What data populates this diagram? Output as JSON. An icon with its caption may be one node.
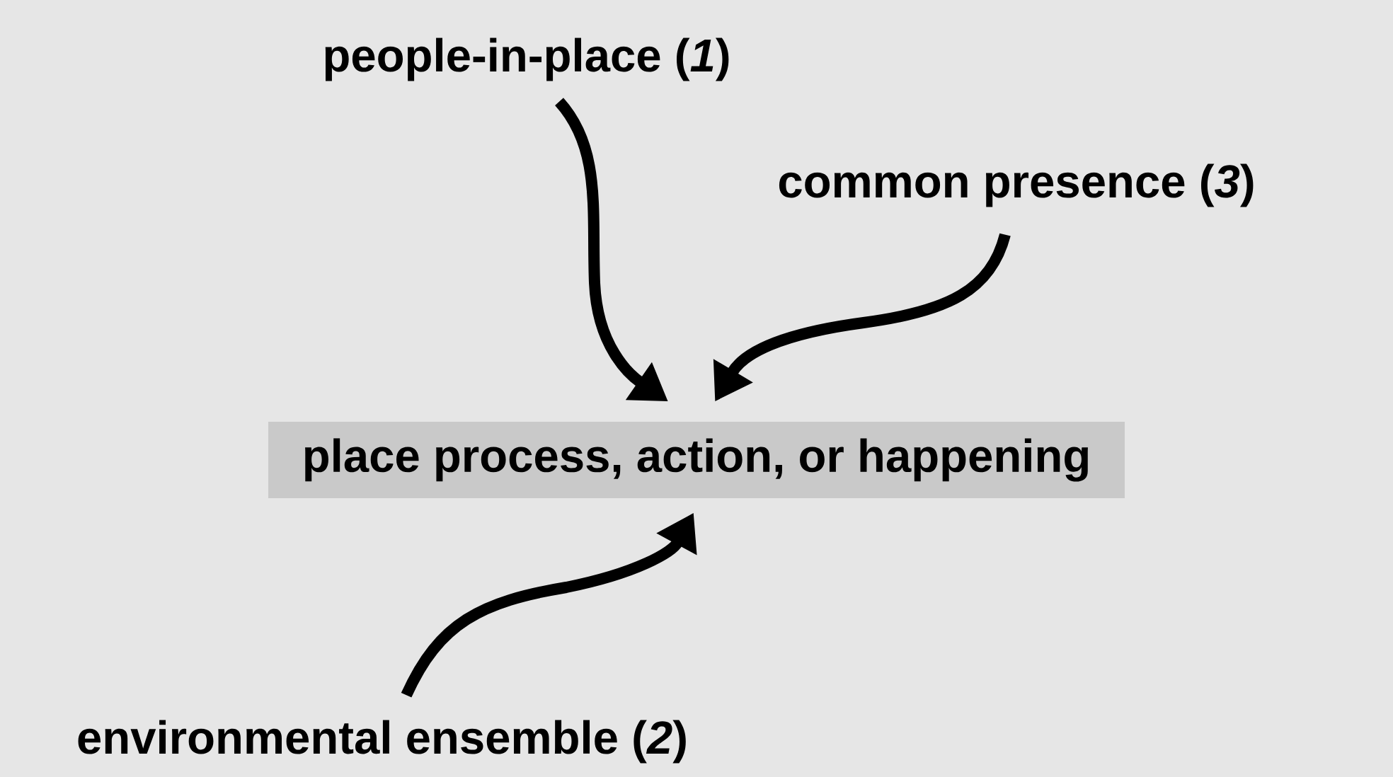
{
  "diagram": {
    "nodes": [
      {
        "text": [
          "people-in-place (*1*)"
        ]
      },
      {
        "text": [
          "common presence (*3*)"
        ]
      },
      {
        "text": [
          "place process, action, or happening"
        ]
      },
      {
        "text": [
          "environmental ensemble (*2*)"
        ]
      }
    ],
    "edges": [
      {
        "from": 0,
        "to": 2,
        "arrow": "to"
      },
      {
        "from": 1,
        "to": 2,
        "arrow": "to"
      },
      {
        "from": 3,
        "to": 2,
        "arrow": "to"
      }
    ]
  }
}
